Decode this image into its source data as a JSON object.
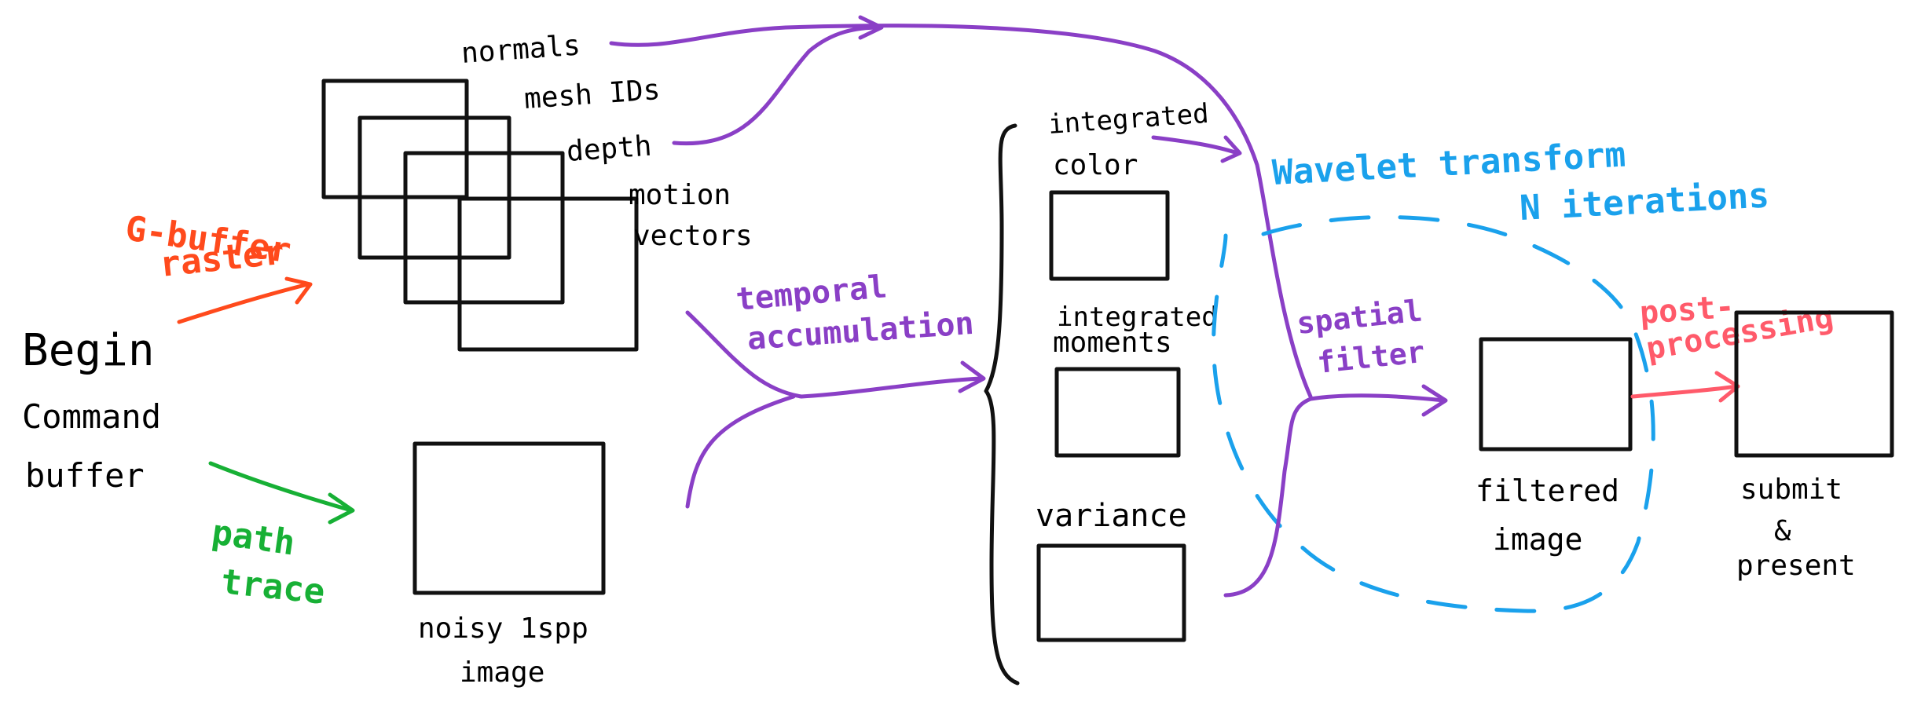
{
  "labels": {
    "begin": "Begin",
    "command": "Command",
    "buffer": "buffer",
    "gbuffer_line1": "G-buffer",
    "gbuffer_line2": "raster",
    "path_line1": "path",
    "path_line2": "trace",
    "normals": "normals",
    "mesh_ids": "mesh IDs",
    "depth": "depth",
    "motion_line1": "motion",
    "motion_line2": "vectors",
    "noisy_line1": "noisy 1spp",
    "noisy_line2": "image",
    "temporal_line1": "temporal",
    "temporal_line2": "accumulation",
    "integrated_color_line1": "integrated",
    "integrated_color_line2": "color",
    "integrated_moments_line1": "integrated",
    "integrated_moments_line2": "moments",
    "variance": "variance",
    "wavelet_line1": "Wavelet transform",
    "wavelet_line2": "N iterations",
    "spatial_line1": "spatial",
    "spatial_line2": "filter",
    "filtered_line1": "filtered",
    "filtered_line2": "image",
    "post_line1": "post-",
    "post_line2": "processing",
    "submit_line1": "submit",
    "submit_line2": "&",
    "submit_line3": "present"
  },
  "colors": {
    "ink": "#111111",
    "purple": "#8a3fc6",
    "blue": "#1aa1ec",
    "orange": "#ff4a1c",
    "green": "#17b035",
    "pink": "#ff5a6a"
  }
}
